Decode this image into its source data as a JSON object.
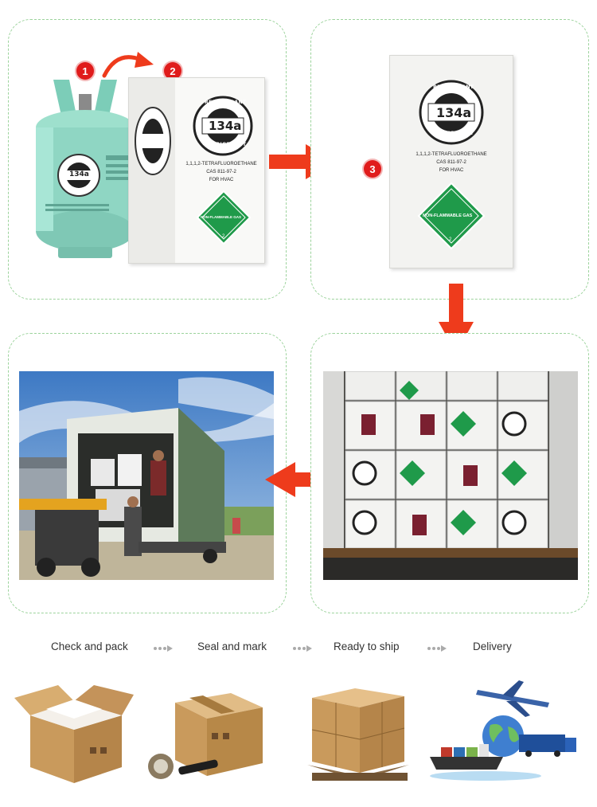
{
  "steps": {
    "badge_1": "1",
    "badge_2": "2",
    "badge_3": "3"
  },
  "product": {
    "code": "134a",
    "brand_top": "REFRIGERANT",
    "brand_bottom": "REFRIGERANT",
    "chemical": "1,1,1,2-TETRAFLUOROETHANE",
    "cas": "CAS 811-97-2",
    "use": "FOR HVAC",
    "hazard_label": "NON-FLAMMABLE GAS",
    "hazard_class": "2"
  },
  "process": {
    "items": [
      {
        "label": "Check and pack",
        "icon": "open-box-icon"
      },
      {
        "label": "Seal and mark",
        "icon": "sealed-box-icon"
      },
      {
        "label": "Ready to ship",
        "icon": "pallet-boxes-icon"
      },
      {
        "label": "Delivery",
        "icon": "globe-transport-icon"
      }
    ]
  },
  "colors": {
    "accent_red": "#ee3b1c",
    "panel_border": "#9cd39c",
    "cylinder": "#8fd6c3",
    "hazard_green": "#1f9a4a"
  }
}
